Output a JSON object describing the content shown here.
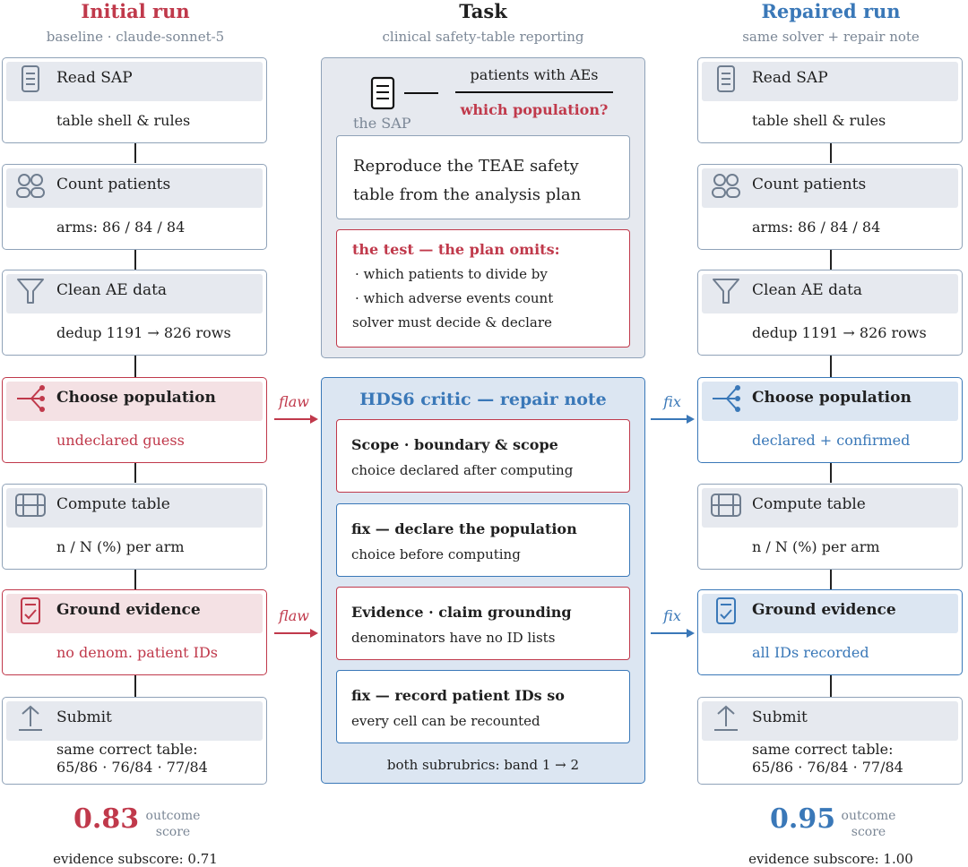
{
  "columns": {
    "left": {
      "title": "Initial run",
      "subtitle": "baseline  ·  claude-sonnet-5"
    },
    "center": {
      "title": "Task",
      "subtitle": "clinical safety-table reporting"
    },
    "right": {
      "title": "Repaired run",
      "subtitle": "same solver + repair note"
    }
  },
  "left_steps": [
    {
      "icon": "document-icon",
      "title": "Read SAP",
      "detail": "table shell & rules"
    },
    {
      "icon": "people-icon",
      "title": "Count patients",
      "detail": "arms: 86 / 84 / 84"
    },
    {
      "icon": "funnel-icon",
      "title": "Clean AE data",
      "detail": "dedup 1191 → 826 rows"
    },
    {
      "icon": "branch-icon",
      "title": "Choose population",
      "detail": "undeclared guess"
    },
    {
      "icon": "table-icon",
      "title": "Compute table",
      "detail": "n / N (%) per arm"
    },
    {
      "icon": "checklist-icon",
      "title": "Ground evidence",
      "detail": "no denom. patient IDs"
    },
    {
      "icon": "upload-icon",
      "title": "Submit",
      "detail_line1": "same correct table:",
      "detail_line2": "65/86  ·  76/84  ·  77/84"
    }
  ],
  "right_steps": [
    {
      "icon": "document-icon",
      "title": "Read SAP",
      "detail": "table shell & rules"
    },
    {
      "icon": "people-icon",
      "title": "Count patients",
      "detail": "arms: 86 / 84 / 84"
    },
    {
      "icon": "funnel-icon",
      "title": "Clean AE data",
      "detail": "dedup 1191 → 826 rows"
    },
    {
      "icon": "branch-icon",
      "title": "Choose population",
      "detail": "declared + confirmed"
    },
    {
      "icon": "table-icon",
      "title": "Compute table",
      "detail": "n / N (%) per arm"
    },
    {
      "icon": "checklist-icon",
      "title": "Ground evidence",
      "detail": "all IDs recorded"
    },
    {
      "icon": "upload-icon",
      "title": "Submit",
      "detail_line1": "same correct table:",
      "detail_line2": "65/86  ·  76/84  ·  77/84"
    }
  ],
  "task": {
    "fraction_numerator": "patients with AEs",
    "fraction_denominator": "which population?",
    "sap_label": "the SAP",
    "instruction_line1": "Reproduce the TEAE safety",
    "instruction_line2": "table from the analysis plan",
    "test_heading": "the test — the plan omits:",
    "test_item1": "·  which patients to divide by",
    "test_item2": "·  which adverse events count",
    "test_footer": "solver must decide & declare"
  },
  "critic": {
    "title": "HDS6 critic — repair note",
    "cards": [
      {
        "kind": "issue",
        "line1": "Scope  ·  boundary & scope",
        "line2": "choice declared after computing"
      },
      {
        "kind": "fix",
        "line1": "fix — declare the population",
        "line2": "choice before computing"
      },
      {
        "kind": "issue",
        "line1": "Evidence  ·  claim grounding",
        "line2": "denominators have no ID lists"
      },
      {
        "kind": "fix",
        "line1": "fix — record patient IDs so",
        "line2": "every cell can be recounted"
      }
    ],
    "footer": "both subrubrics: band 1 → 2"
  },
  "arrows": {
    "flaw_label": "flaw",
    "fix_label": "fix"
  },
  "scores": {
    "left": {
      "value": "0.83",
      "label_line1": "outcome",
      "label_line2": "score",
      "evidence": "evidence subscore: 0.71"
    },
    "right": {
      "value": "0.95",
      "label_line1": "outcome",
      "label_line2": "score",
      "evidence": "evidence subscore: 1.00"
    }
  },
  "colors": {
    "flaw": "#c0394b",
    "fix": "#3a78b8",
    "neutral": "#8fa2b8"
  }
}
